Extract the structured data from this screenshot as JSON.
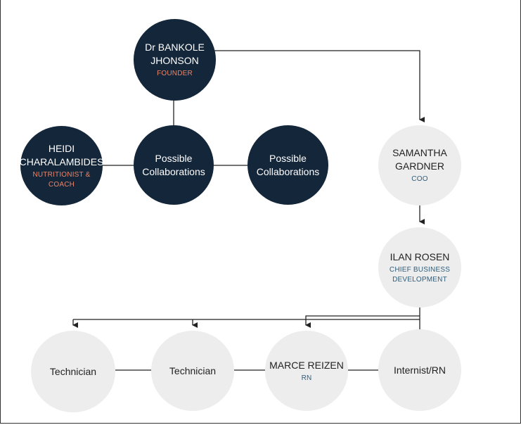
{
  "colors": {
    "dark_node": "#14263a",
    "light_node": "#ededed",
    "founder_role": "#e8856a",
    "staff_role": "#2f5d7a",
    "connector": "#222222"
  },
  "nodes": {
    "founder": {
      "name": "Dr BANKOLE\nJHONSON",
      "role": "FOUNDER"
    },
    "heidi": {
      "name": "HEIDI\nCHARALAMBIDES",
      "role": "NUTRITIONIST &\nCOACH"
    },
    "collab_center": {
      "name": "Possible\nCollaborations"
    },
    "collab_right": {
      "name": "Possible\nCollaborations"
    },
    "samantha": {
      "name": "SAMANTHA\nGARDNER",
      "role": "COO"
    },
    "ilan": {
      "name": "ILAN ROSEN",
      "role": "CHIEF BUSINESS\nDEVELOPMENT"
    },
    "technician_1": {
      "name": "Technician"
    },
    "technician_2": {
      "name": "Technician"
    },
    "marce": {
      "name": "MARCE REIZEN",
      "role": "RN"
    },
    "internist": {
      "name": "Internist/RN"
    }
  }
}
